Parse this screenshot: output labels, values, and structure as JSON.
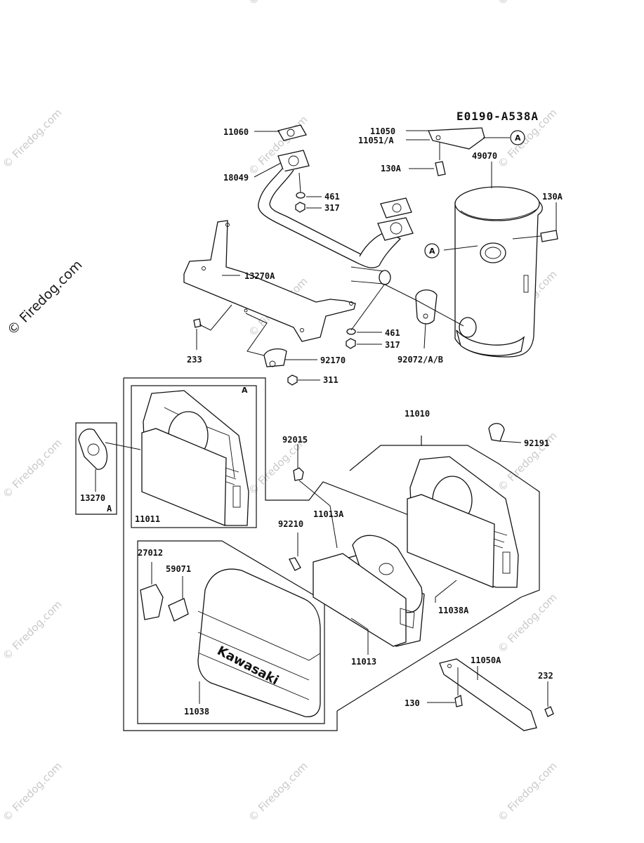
{
  "diagram_code": "E0190-A538A",
  "watermark": {
    "text": "© Firedog.com"
  },
  "callouts": {
    "a": "A"
  },
  "parts": {
    "p11060": "11060",
    "p18049": "18049",
    "p461_top": "461",
    "p317_top": "317",
    "p11050": "11050",
    "p11051A": "11051/A",
    "p130A_left": "130A",
    "p49070": "49070",
    "p130A_right": "130A",
    "p13270A": "13270A",
    "p233": "233",
    "p461_mid": "461",
    "p317_mid": "317",
    "p92072": "92072/A/B",
    "p92170": "92170",
    "p311": "311",
    "p11010": "11010",
    "p92191": "92191",
    "p92015": "92015",
    "p13270": "13270",
    "p13270_sub": "A",
    "p11011": "11011",
    "p11013A": "11013A",
    "p92210": "92210",
    "p27012": "27012",
    "p59071": "59071",
    "p11038A": "11038A",
    "p11013": "11013",
    "p11050A": "11050A",
    "p232": "232",
    "p130": "130",
    "p11038": "11038",
    "brand": "Kawasaki"
  }
}
